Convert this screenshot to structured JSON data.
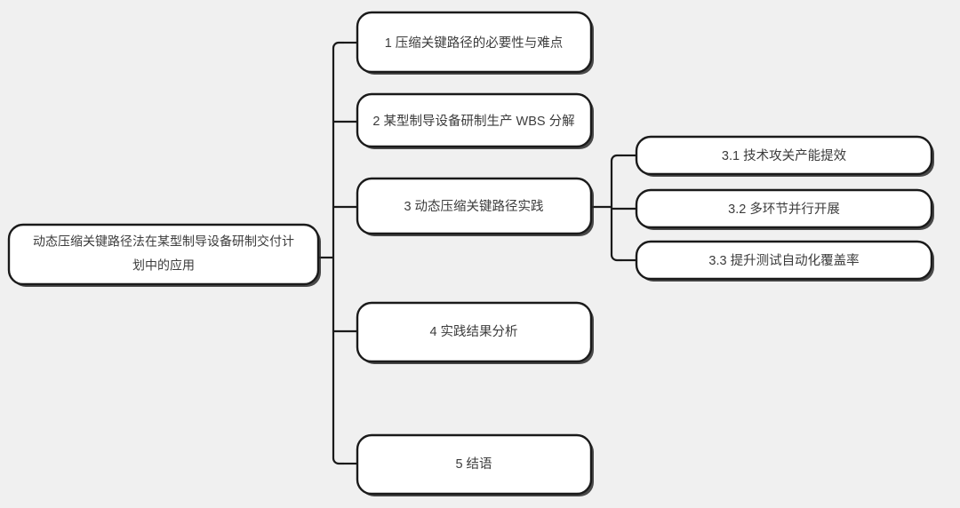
{
  "diagram": {
    "type": "mindmap",
    "orientation": "left-to-right",
    "background_color": "#f0f0f0",
    "node_fill_color": "#ffffff",
    "node_border_color": "#1a1a1a",
    "text_color": "#3c3c3c",
    "connector_color": "#1a1a1a",
    "root": {
      "id": "root",
      "label_line1": "动态压缩关键路径法在某型制导设备研制交付计",
      "label_line2": "划中的应用",
      "full_label": "动态压缩关键路径法在某型制导设备研制交付计划中的应用"
    },
    "branches": [
      {
        "id": "node-1",
        "label": "1 压缩关键路径的必要性与难点",
        "children": []
      },
      {
        "id": "node-2",
        "label": "2 某型制导设备研制生产 WBS 分解",
        "children": []
      },
      {
        "id": "node-3",
        "label": "3 动态压缩关键路径实践",
        "children": [
          {
            "id": "node-3-1",
            "label": "3.1 技术攻关产能提效"
          },
          {
            "id": "node-3-2",
            "label": "3.2 多环节并行开展"
          },
          {
            "id": "node-3-3",
            "label": "3.3 提升测试自动化覆盖率"
          }
        ]
      },
      {
        "id": "node-4",
        "label": "4 实践结果分析",
        "children": []
      },
      {
        "id": "node-5",
        "label": "5 结语",
        "children": []
      }
    ]
  }
}
